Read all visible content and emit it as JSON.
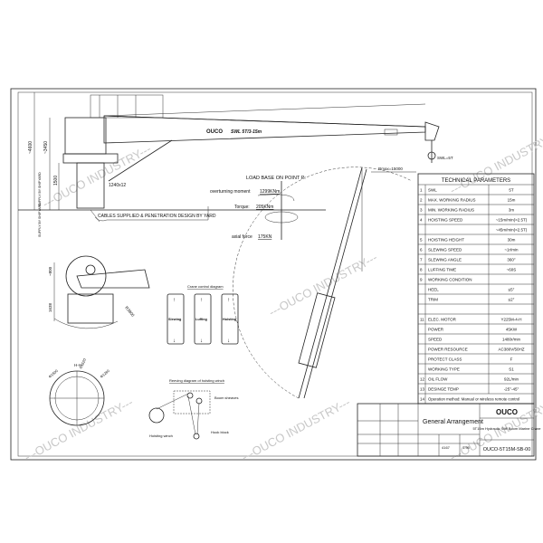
{
  "logo": "OUCO",
  "watermark": "---OUCO INDUSTRY---",
  "boom_label": "SWL 5T/3-15m",
  "hook_label": "SWL=5T",
  "radius_label": "Rmax=15000",
  "dimensions": {
    "height_total": "~4600",
    "height_2": "~3450",
    "height_base": "1500",
    "flange": "1240x12",
    "supply_1": "SUPPLY BY SHIPYARD",
    "supply_2": "SUPPLY BY SHIPYARD",
    "plan_1": "~800",
    "plan_2": "1638",
    "plan_radius": "R3800",
    "section": "H-H",
    "dia_1": "Φ1500",
    "dia_2": "Φ1620",
    "dia_3": "Φ1260"
  },
  "cables_note": "CABLES SUPPLIED & PENETRATION DESIGN BY YARD",
  "loads": {
    "title": "LOAD BASE ON POINT P:",
    "moment_label": "overturning moment",
    "moment_value": "1299KNm",
    "torque_label": "Torque:",
    "torque_value": "205KNm",
    "axial_label": "axial force",
    "axial_value": "175KN"
  },
  "control_diagram": {
    "title": "Crane control diagram",
    "levers": [
      "Slewing",
      "Luffing",
      "Hoisting"
    ]
  },
  "reeving": {
    "title": "Reeving diagram of hoisting winch",
    "boom_sheaves": "Boom sheaves",
    "hook_block": "Hook block",
    "hoisting_winch": "Hoisting winch"
  },
  "tech_params": {
    "title": "TECHNICAL PARAMETERS",
    "rows": [
      {
        "no": "1",
        "name": "SWL",
        "value": "5T"
      },
      {
        "no": "2",
        "name": "MAX. WORKING RADIUS",
        "value": "15m"
      },
      {
        "no": "3",
        "name": "MIN. WORKING RADIUS",
        "value": "3m"
      },
      {
        "no": "4",
        "name": "HOISTING SPEED",
        "value": "~15m/min(>2.5T)"
      },
      {
        "no": "",
        "name": "",
        "value": "~45m/min(<2.5T)"
      },
      {
        "no": "5",
        "name": "HOISTING HEIGHT",
        "value": "30m"
      },
      {
        "no": "6",
        "name": "SLEWING SPEED",
        "value": "~1r/min"
      },
      {
        "no": "7",
        "name": "SLEWING ANGLE",
        "value": "360°"
      },
      {
        "no": "8",
        "name": "LUFFING TIME",
        "value": "~60S"
      },
      {
        "no": "9",
        "name": "WORKING CONDITION",
        "value": ""
      },
      {
        "no": "",
        "name": "HEEL",
        "value": "≤5°"
      },
      {
        "no": "",
        "name": "TRIM",
        "value": "≤2°"
      },
      {
        "no": "",
        "name": "",
        "value": ""
      },
      {
        "no": "11",
        "name": "ELEC. MOTOR",
        "value": "Y225M-4-H"
      },
      {
        "no": "",
        "name": "POWER",
        "value": "45KW"
      },
      {
        "no": "",
        "name": "SPEED",
        "value": "1480r/min"
      },
      {
        "no": "",
        "name": "POWER RESOURCE",
        "value": "AC380V/50HZ"
      },
      {
        "no": "",
        "name": "PROTECT CLASS",
        "value": "F"
      },
      {
        "no": "",
        "name": "WORKING TYPE",
        "value": "S1"
      },
      {
        "no": "12",
        "name": "OIL FLOW",
        "value": "92L/min"
      },
      {
        "no": "13",
        "name": "DESINGE TEMP",
        "value": "-25°-45°"
      }
    ],
    "operation": {
      "no": "14",
      "text": "Operation method: Manual or wireless remote control"
    }
  },
  "title_block": {
    "drawing_title": "General Arrangement",
    "logo": "OUCO",
    "product": "5T15m Hydraulic Stiff Boom Marine Crane",
    "drawing_no": "OUCO-5T15M-SB-00",
    "weight": "4167",
    "scale": "1:95"
  }
}
